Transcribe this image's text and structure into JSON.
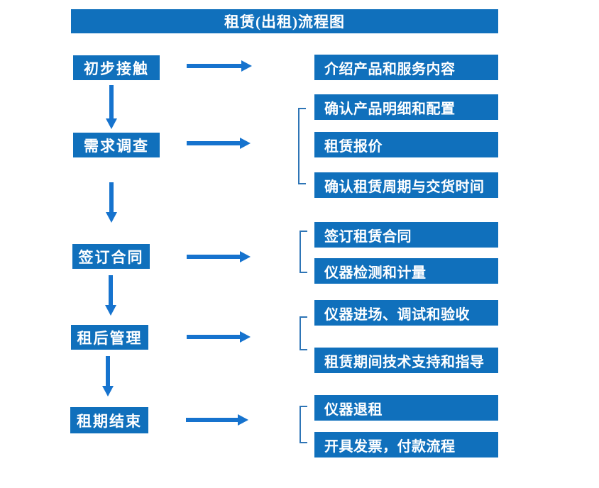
{
  "title": "租赁(出租)流程图",
  "steps": [
    {
      "label": "初步接触",
      "outputs": [
        "介绍产品和服务内容"
      ]
    },
    {
      "label": "需求调查",
      "outputs": [
        "确认产品明细和配置",
        "租赁报价",
        "确认租赁周期与交货时间"
      ]
    },
    {
      "label": "签订合同",
      "outputs": [
        "签订租赁合同",
        "仪器检测和计量"
      ]
    },
    {
      "label": "租后管理",
      "outputs": [
        "仪器进场、调试和验收",
        "租赁期间技术支持和指导"
      ]
    },
    {
      "label": "租期结束",
      "outputs": [
        "仪器退租",
        "开具发票，付款流程"
      ]
    }
  ],
  "colors": {
    "box_fill": "#1070BC",
    "arrow": "#1673CE",
    "bracket": "#2E75B6",
    "box_text": "#FFFFFF",
    "background": "#FFFFFF"
  }
}
